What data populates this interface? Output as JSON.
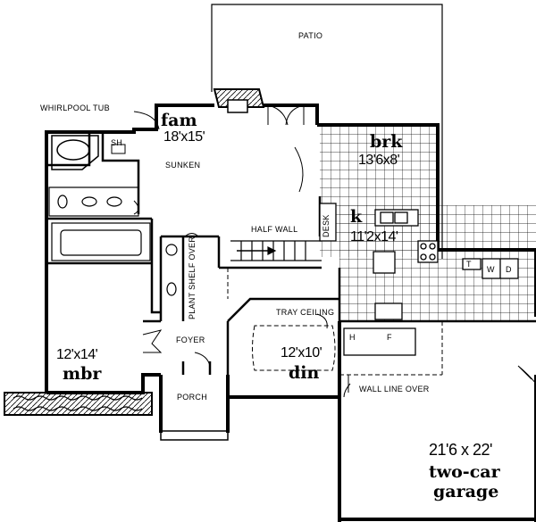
{
  "rooms": {
    "patio": {
      "label": "PATIO"
    },
    "family": {
      "name": "fam",
      "size": "18'x15'",
      "note": "SUNKEN"
    },
    "breakfast": {
      "name": "brk",
      "size": "13'6x8'"
    },
    "kitchen": {
      "name": "k",
      "size": "11'2x14'"
    },
    "master_bed": {
      "size": "12'x14'",
      "name": "mbr"
    },
    "dining": {
      "size": "12'x10'",
      "name": "din"
    },
    "foyer": {
      "label": "FOYER"
    },
    "porch": {
      "label": "PORCH"
    },
    "garage": {
      "size": "21'6 x 22'",
      "line1": "two-car",
      "line2": "garage"
    }
  },
  "annotations": {
    "whirlpool_tub": "WHIRLPOOL TUB",
    "shower": "SH",
    "half_wall": "HALF WALL",
    "desk": "DESK",
    "plant_shelf": "PLANT SHELF OVER",
    "tray_ceiling": "TRAY CEILING",
    "wall_line_over": "WALL LINE OVER",
    "washer": "W",
    "dryer": "D",
    "tub_t": "T",
    "dishwasher": "H",
    "fridge": "F"
  },
  "colors": {
    "ink": "#000000",
    "paper": "#ffffff"
  }
}
